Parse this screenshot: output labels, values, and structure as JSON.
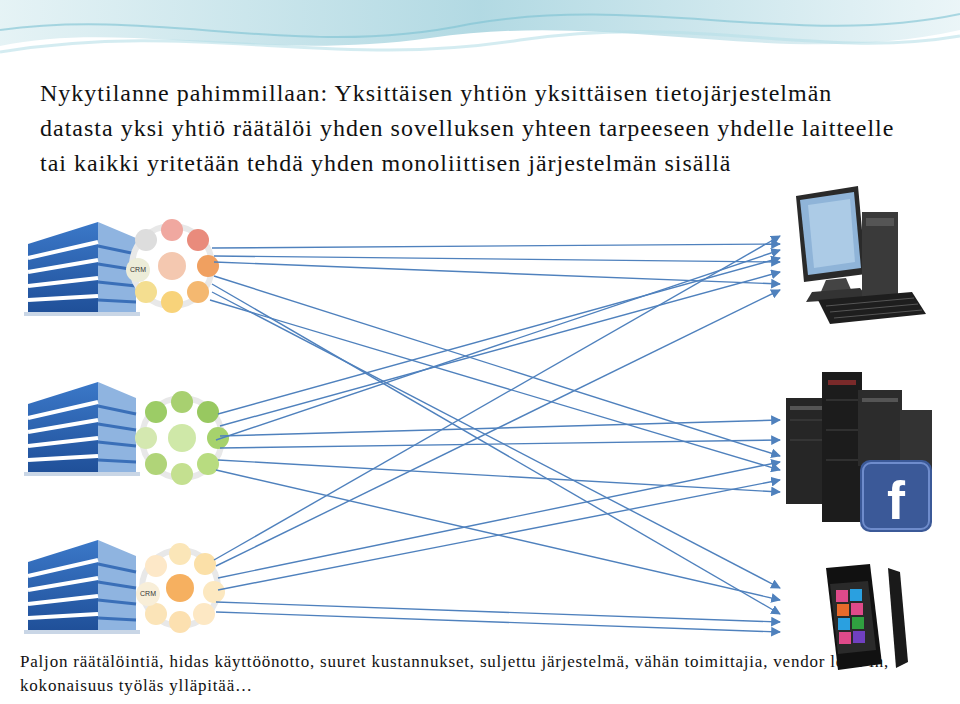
{
  "diagram": {
    "title": "Nykytilanne pahimmillaan: Yksittäisen yhtiön yksittäisen tietojärjestelmän datasta yksi yhtiö räätälöi yhden sovelluksen yhteen tarpeeseen yhdelle laitteelle tai kaikki yritetään tehdä yhden monoliittisen järjestelmän sisällä",
    "caption": "Paljon räätälöintiä, hidas käyttöönotto, suuret kustannukset, suljettu järjestelmä, vähän toimittajia, vendor lock-in, kokonaisuus työläs ylläpitää…",
    "labels": [
      "CRM",
      "CRM",
      "f"
    ]
  }
}
